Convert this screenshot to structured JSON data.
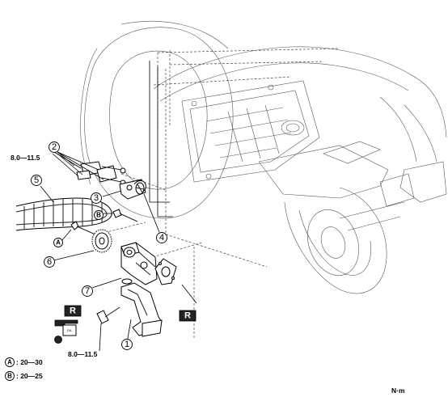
{
  "callouts": {
    "c1": "1",
    "c2": "2",
    "c3": "3",
    "c4": "4",
    "c5": "5",
    "c6": "6",
    "c7": "7"
  },
  "letters": {
    "a": "A",
    "b": "B"
  },
  "torque": {
    "top": "8.0—11.5",
    "bottom": "8.0—11.5"
  },
  "replace_mark": "R",
  "oil_icon_text": "OIL",
  "legend": {
    "a_letter": "A",
    "a_value": ": 20—30",
    "b_letter": "B",
    "b_value": ": 20—25",
    "unit": "N·m"
  }
}
